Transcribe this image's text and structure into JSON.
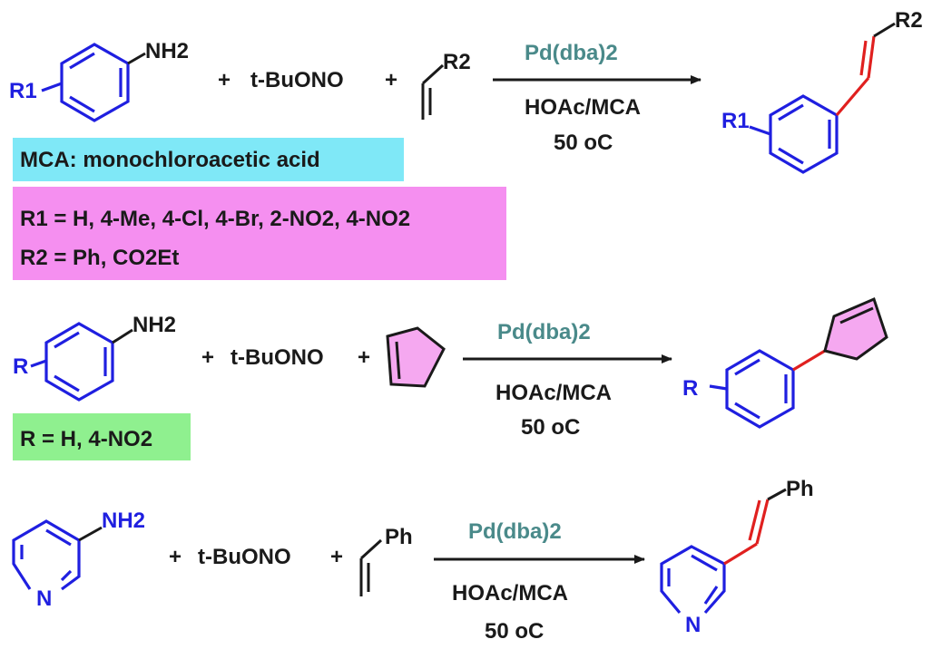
{
  "reaction1": {
    "nh2": "NH2",
    "r1": "R1",
    "plus1": "+",
    "reagent": "t-BuONO",
    "plus2": "+",
    "r2": "R2",
    "catalyst": "Pd(dba)2",
    "solvent": "HOAc/MCA",
    "temperature": "50 oC",
    "product_r1": "R1",
    "product_r2": "R2"
  },
  "notes": {
    "mca": "MCA: monochloroacetic acid",
    "r1_line": "R1 = H, 4-Me, 4-Cl, 4-Br, 2-NO2, 4-NO2",
    "r2_line": "R2 = Ph, CO2Et",
    "r_line": "R = H, 4-NO2"
  },
  "reaction2": {
    "nh2": "NH2",
    "r": "R",
    "plus1": "+",
    "reagent": "t-BuONO",
    "plus2": "+",
    "catalyst": "Pd(dba)2",
    "solvent": "HOAc/MCA",
    "temperature": "50 oC",
    "product_r": "R"
  },
  "reaction3": {
    "nh2": "NH2",
    "n": "N",
    "plus1": "+",
    "reagent": "t-BuONO",
    "plus2": "+",
    "ph": "Ph",
    "catalyst": "Pd(dba)2",
    "solvent": "HOAc/MCA",
    "temperature": "50 oC",
    "product_ph": "Ph",
    "product_n": "N"
  },
  "colors": {
    "ring": "#1f1fe0",
    "new_bond": "#e0201f",
    "catalyst_text": "#4a8a8a",
    "mca_box": "#7fe8f7",
    "substituent_box": "#f58ff0",
    "r_box": "#8ff08f",
    "cyclopentene_fill": "#f5a8f0"
  }
}
